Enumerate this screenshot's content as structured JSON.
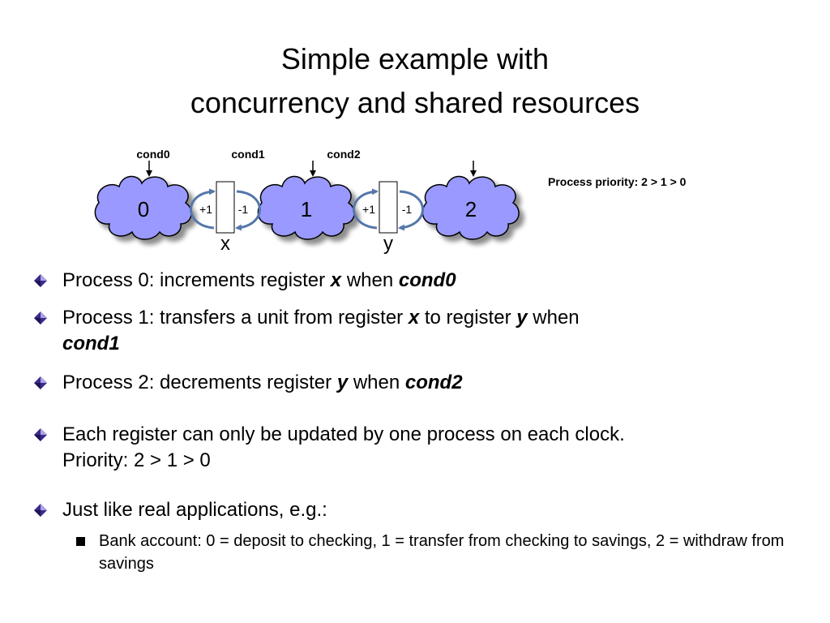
{
  "slide": {
    "title_line1": "Simple example with",
    "title_line2": "concurrency and shared resources"
  },
  "diagram": {
    "conditions": [
      "cond0",
      "cond1",
      "cond2"
    ],
    "processes": [
      "0",
      "1",
      "2"
    ],
    "registers": [
      "x",
      "y"
    ],
    "increment_label": "+1",
    "decrement_label": "-1",
    "priority_note": "Process priority: 2 > 1 > 0",
    "cloud_color": "#9999ff",
    "arrow_color": "#5577aa"
  },
  "bullets": [
    {
      "pre": "Process 0: increments register ",
      "var1": "x",
      "mid": " when ",
      "var2": "cond0"
    },
    {
      "pre": "Process 1: transfers a unit from register ",
      "var1": "x",
      "mid": " to register ",
      "var2": "y",
      "post": " when ",
      "var3": "cond1"
    },
    {
      "pre": "Process 2: decrements register ",
      "var1": "y",
      "mid": " when ",
      "var2": "cond2"
    },
    {
      "line1": "Each register can only be updated by one process on each clock.",
      "line2": "Priority: 2 > 1 > 0"
    },
    {
      "text": "Just like real applications, e.g.:",
      "sub": "Bank account: 0 = deposit to checking, 1 = transfer from checking to savings, 2 = withdraw from savings"
    }
  ],
  "icons": {
    "bullet": "purple-diamond-bullet-icon",
    "sub_bullet": "black-square-bullet-icon"
  }
}
